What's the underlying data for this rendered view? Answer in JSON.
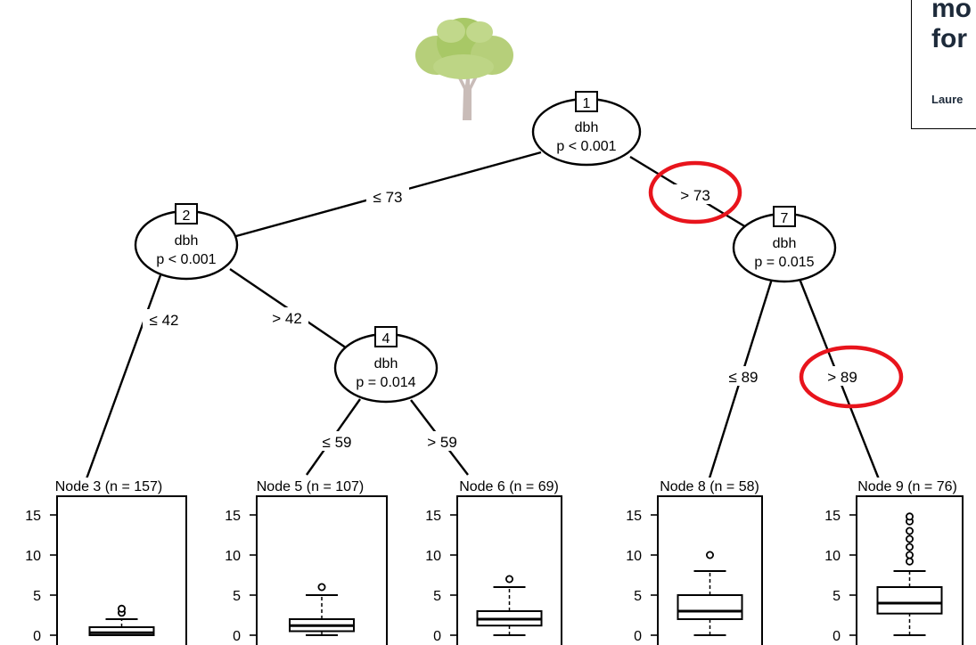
{
  "corner_title": {
    "line1": "mo",
    "line2": "for",
    "author": "Laure"
  },
  "tree": {
    "nodes": [
      {
        "id": "1",
        "variable": "dbh",
        "p": "p < 0.001"
      },
      {
        "id": "2",
        "variable": "dbh",
        "p": "p < 0.001"
      },
      {
        "id": "4",
        "variable": "dbh",
        "p": "p = 0.014"
      },
      {
        "id": "7",
        "variable": "dbh",
        "p": "p = 0.015"
      }
    ],
    "edges": [
      {
        "from": "1",
        "to": "2",
        "label": "≤ 73"
      },
      {
        "from": "1",
        "to": "7",
        "label": "> 73",
        "circled": true
      },
      {
        "from": "2",
        "to": "3",
        "label": "≤ 42"
      },
      {
        "from": "2",
        "to": "4",
        "label": "> 42"
      },
      {
        "from": "4",
        "to": "5",
        "label": "≤ 59"
      },
      {
        "from": "4",
        "to": "6",
        "label": "> 59"
      },
      {
        "from": "7",
        "to": "8",
        "label": "≤ 89"
      },
      {
        "from": "7",
        "to": "9",
        "label": "> 89",
        "circled": true
      }
    ],
    "terminals": [
      {
        "id": "3",
        "title": "Node 3 (n = 157)",
        "median": 0.3,
        "q1": 0,
        "q3": 1,
        "whisker_low": 0,
        "whisker_high": 2,
        "outliers": [
          2.8,
          3.3
        ]
      },
      {
        "id": "5",
        "title": "Node 5 (n = 107)",
        "median": 1.2,
        "q1": 0.5,
        "q3": 2,
        "whisker_low": 0,
        "whisker_high": 5,
        "outliers": [
          6
        ]
      },
      {
        "id": "6",
        "title": "Node 6 (n = 69)",
        "median": 2,
        "q1": 1.2,
        "q3": 3,
        "whisker_low": 0,
        "whisker_high": 6,
        "outliers": [
          7
        ]
      },
      {
        "id": "8",
        "title": "Node 8 (n = 58)",
        "median": 3,
        "q1": 2,
        "q3": 5,
        "whisker_low": 0,
        "whisker_high": 8,
        "outliers": [
          10
        ]
      },
      {
        "id": "9",
        "title": "Node 9 (n = 76)",
        "median": 4,
        "q1": 2.7,
        "q3": 6,
        "whisker_low": 0,
        "whisker_high": 8,
        "outliers": [
          9.2,
          10,
          11,
          12,
          13,
          14.2,
          14.8
        ]
      }
    ],
    "y_ticks": [
      "0",
      "5",
      "10",
      "15"
    ],
    "highlight_color": "#e8141c",
    "tree_icon": "tree-icon"
  }
}
